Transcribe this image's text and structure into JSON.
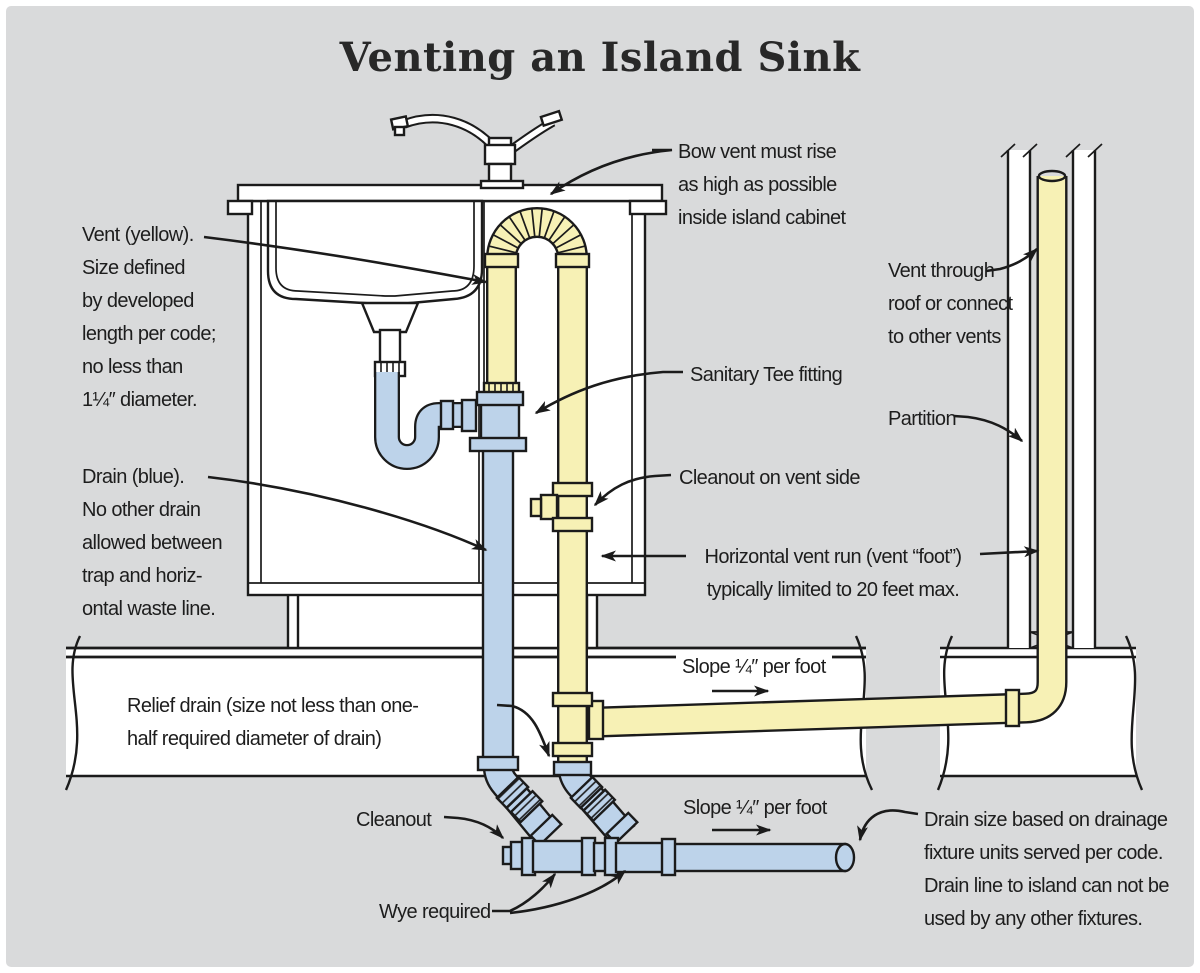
{
  "title": "Venting an Island Sink",
  "palette": {
    "background": "#d9dadb",
    "white": "#ffffff",
    "line": "#1b1b1b",
    "pipe_yellow": "#f7f1b5",
    "pipe_yellow_open": "#fdf9dd",
    "pipe_blue": "#bdd3ea",
    "title_text": "#282828",
    "label_text": "#1d1d1d"
  },
  "labels": {
    "vent_note": {
      "lines": [
        "Vent (yellow).",
        "Size defined",
        "by developed",
        "length per code;",
        "no less than",
        "1¼″ diameter."
      ]
    },
    "bow_vent": {
      "lines": [
        "Bow vent must rise",
        "as high as possible",
        "inside island cabinet"
      ]
    },
    "vent_through": {
      "lines": [
        "Vent through",
        "roof or connect",
        "to other vents"
      ]
    },
    "partition": {
      "text": "Partition"
    },
    "sanitary_tee": {
      "text": "Sanitary Tee fitting"
    },
    "cleanout_vent": {
      "text": "Cleanout on vent side"
    },
    "horizontal_vent": {
      "lines": [
        "Horizontal vent run (vent “foot”)",
        "typically limited to 20 feet max."
      ]
    },
    "drain_note": {
      "lines": [
        "Drain (blue).",
        "No other drain",
        "allowed between",
        "trap and horiz-",
        "ontal waste line."
      ]
    },
    "slope_upper": {
      "text": "Slope ¼″ per foot"
    },
    "slope_lower": {
      "text": "Slope ¼″ per foot"
    },
    "relief_drain": {
      "lines": [
        "Relief drain (size not less than one-",
        "half required diameter of drain)"
      ]
    },
    "cleanout": {
      "text": "Cleanout"
    },
    "wye": {
      "text": "Wye required"
    },
    "drain_size": {
      "lines": [
        "Drain size based on drainage",
        "fixture units served per code.",
        "Drain line to island can not be",
        "used by any other fixtures."
      ]
    }
  }
}
